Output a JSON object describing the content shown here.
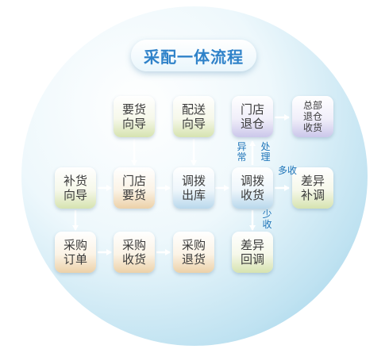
{
  "title": "采配一体流程",
  "nodes": {
    "yaohuo_xiangdao": [
      "要货",
      "向导"
    ],
    "peisong_xiangdao": [
      "配送",
      "向导"
    ],
    "mendian_tuicang": [
      "门店",
      "退仓"
    ],
    "zongbu_tuicang_shouhuo": [
      "总部",
      "退仓",
      "收货"
    ],
    "buhuo_xiangdao": [
      "补货",
      "向导"
    ],
    "mendian_yaohuo": [
      "门店",
      "要货"
    ],
    "diaobo_chuku": [
      "调拨",
      "出库"
    ],
    "diaobo_shouhuo": [
      "调拨",
      "收货"
    ],
    "chayi_budiao": [
      "差异",
      "补调"
    ],
    "caigou_dingdan": [
      "采购",
      "订单"
    ],
    "caigou_shouhuo": [
      "采购",
      "收货"
    ],
    "caigou_tuihuo": [
      "采购",
      "退货"
    ],
    "chayi_huidiao": [
      "差异",
      "回调"
    ]
  },
  "labels": {
    "yichang": "异常",
    "chuli": "处理",
    "duoshou": "多收",
    "shaoshou": "少收"
  },
  "colors": {
    "title": "#2f82c9",
    "label": "#1e74b8",
    "arrow": "#ffffff"
  }
}
